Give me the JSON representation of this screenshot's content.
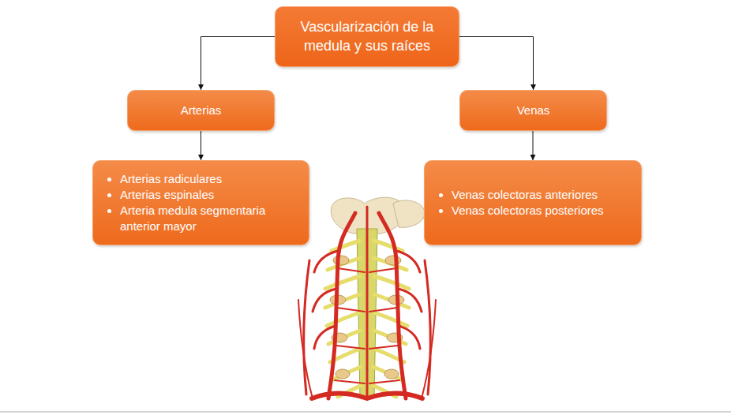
{
  "diagram": {
    "nodes": [
      {
        "text": [
          "Vascularización de la medula y sus raíces"
        ]
      },
      {
        "text": [
          "Arterias"
        ]
      },
      {
        "text": [
          "Venas"
        ]
      },
      {
        "text": [
          "Arterias radiculares",
          "Arterias espinales",
          "Arteria medula segmentaria anterior mayor"
        ]
      },
      {
        "text": [
          "Venas colectoras anteriores",
          "Venas colectoras posteriores"
        ]
      }
    ],
    "edges": [
      {
        "from": 0,
        "to": 1,
        "arrow": "to"
      },
      {
        "from": 0,
        "to": 2,
        "arrow": "to"
      },
      {
        "from": 1,
        "to": 3,
        "arrow": "to"
      },
      {
        "from": 2,
        "to": 4,
        "arrow": "to"
      }
    ]
  }
}
